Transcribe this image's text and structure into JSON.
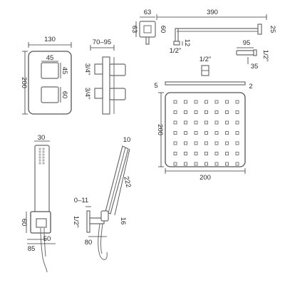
{
  "dimensions": {
    "valve_width": "130",
    "valve_height": "200",
    "handle_width": "45",
    "handle_height": "45",
    "handle_spacing": "60",
    "valve_depth": "70–95",
    "port_top": "3/4\"",
    "port_bottom": "3/4\"",
    "elbow_width": "63",
    "elbow_height": "63",
    "elbow_depth": "60",
    "arm_length": "390",
    "arm_drop": "25",
    "arm_bore": "12",
    "arm_thread": "1/2\"",
    "jet_length": "95",
    "jet_thread": "1/2\"",
    "jet_height": "35",
    "head_thread": "1/2\"",
    "head_thickness": "5",
    "head_edge": "2",
    "head_height": "200",
    "head_width": "200",
    "handset_width": "30",
    "handset_angle_width": "10",
    "handset_length": "222",
    "outlet_height": "60",
    "outlet_depth": "85",
    "outlet_offset": "50",
    "outlet_thread": "1/2\"",
    "outlet_reach": "0–11",
    "bracket_depth": "80",
    "bracket_projection": "16"
  }
}
